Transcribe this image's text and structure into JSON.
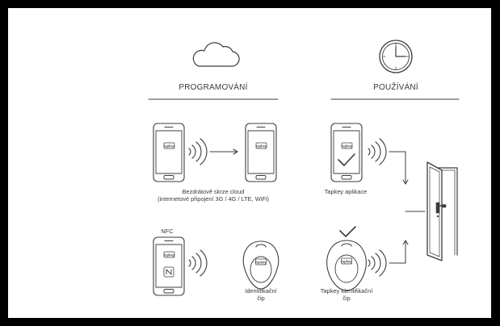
{
  "sections": {
    "programming": {
      "title": "PROGRAMOVÁNÍ",
      "icon": "cloud-icon"
    },
    "usage": {
      "title": "POUŽÍVÁNÍ",
      "icon": "clock-icon"
    }
  },
  "labels": {
    "cloud_line1": "Bezdrátově skrze cloud",
    "cloud_line2": "(internetové připojení 3G / 4G / LTE, WiFi)",
    "nfc": "NFC",
    "chip_line1": "Identifikační",
    "chip_line2": "čip",
    "app": "Tapkey aplikace",
    "tapkey_chip_line1": "Tapkey identifikační",
    "tapkey_chip_line2": "čip"
  },
  "brand": {
    "logo_text": "tapkey"
  }
}
